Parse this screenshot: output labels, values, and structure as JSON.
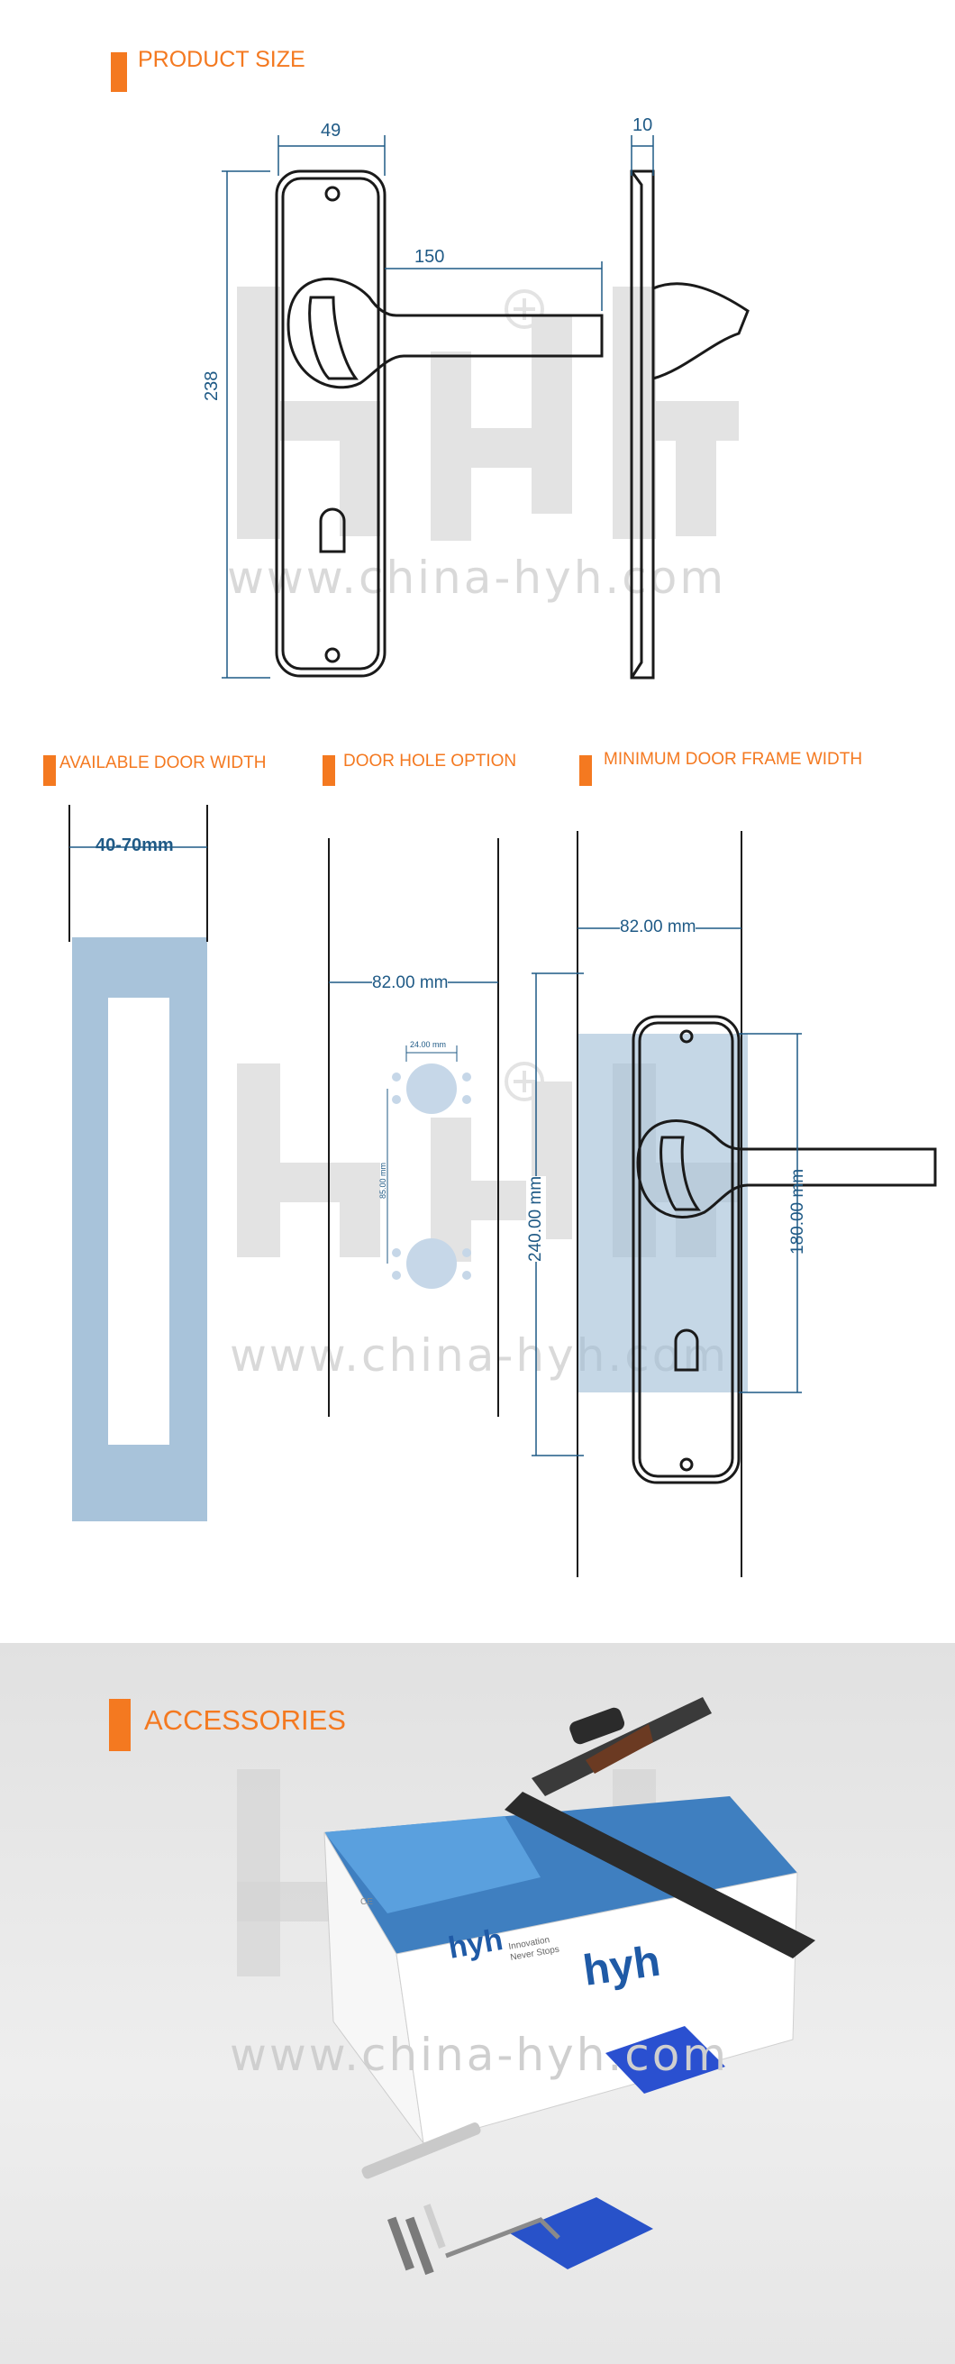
{
  "sections": {
    "product_size": {
      "title": "PRODUCT SIZE"
    },
    "door_width": {
      "title": "AVAILABLE DOOR WIDTH",
      "range_label": "40-70mm"
    },
    "door_hole": {
      "title": "DOOR HOLE OPTION",
      "span_label": "82.00 mm",
      "hole_width_label": "24.00 mm",
      "hole_spacing_label": "85.00 mm"
    },
    "frame_width": {
      "title": "MINIMUM DOOR FRAME WIDTH",
      "span_label": "82.00 mm",
      "plate_height_label": "240.00 mm",
      "handle_height_label": "180.00 mm"
    },
    "accessories": {
      "title": "ACCESSORIES"
    }
  },
  "dimensions": {
    "plate_width": "49",
    "plate_thickness": "10",
    "handle_length": "150",
    "plate_height": "238"
  },
  "watermark": {
    "url": "www.china-hyh.com",
    "logo_text": "hyh"
  },
  "box": {
    "brand": "hyh",
    "tagline_1": "Innovation",
    "tagline_2": "Never Stops",
    "cert_ce": "CE"
  },
  "colors": {
    "accent": "#f47920",
    "dimension": "#1f5a86",
    "door_fill": "#9fbcd6",
    "accessories_bg": "#e6e6e6"
  }
}
